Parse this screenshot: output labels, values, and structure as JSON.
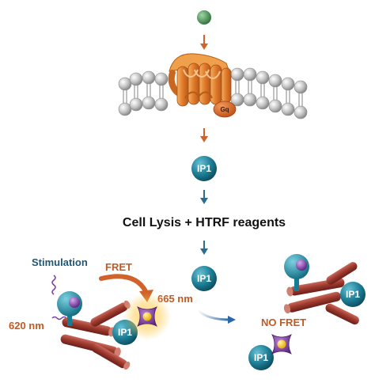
{
  "diagram": {
    "labels": {
      "gq": "Gq",
      "ip1": "IP1",
      "step": "Cell Lysis + HTRF reagents",
      "stimulation": "Stimulation",
      "fret": "FRET",
      "em_665": "665 nm",
      "em_620": "620 nm",
      "no_fret": "NO FRET"
    },
    "colors": {
      "ligand": "#3f8a4a",
      "receptor": "#e4812f",
      "gq_protein": "#d96a2b",
      "membrane_lipid": "#a9a9a9",
      "ip1_sphere": "#1c7c93",
      "antibody": "#9e3a30",
      "donor": "#148aa0",
      "acceptor": "#7a3ea0",
      "arrow_orange": "#d0622a",
      "arrow_teal": "#2d6f86",
      "label_blue": "#1f5673",
      "label_orange": "#c45a22"
    },
    "icons": [
      "ligand-icon",
      "receptor-icon",
      "membrane-icon",
      "ip1-icon",
      "antibody-icon",
      "donor-icon",
      "acceptor-icon",
      "arrow-icon"
    ]
  }
}
